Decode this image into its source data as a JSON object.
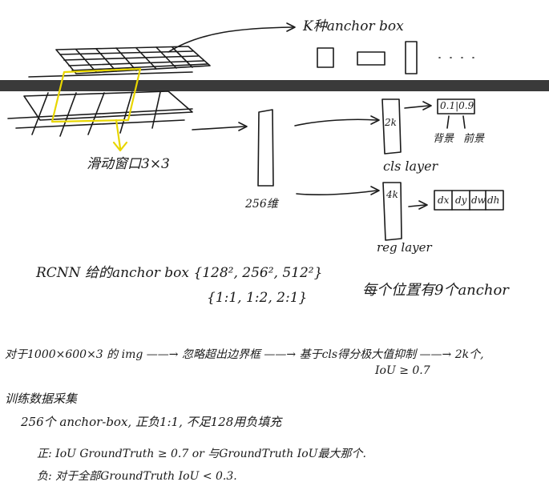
{
  "anchor_top": "K种anchor box",
  "sliding_window": "滑动窗口3×3",
  "dims_256": "256维",
  "dim_2k": "2k",
  "dim_4k": "4k",
  "cls_label": "cls layer",
  "reg_label": "reg layer",
  "cls_out": "0.1|0.9",
  "cls_bg": "背景",
  "cls_fg": "前景",
  "reg_out": [
    "dx",
    "dy",
    "dw",
    "dh"
  ],
  "rcnn_line1": "RCNN 给的anchor box  {128², 256², 512²}",
  "rcnn_line2": "{1:1, 1:2, 2:1}",
  "per_position": "每个位置有9个anchor",
  "pipeline": "对于1000×600×3 的 img ——→ 忽略超出边界框 ——→ 基于cls得分极大值抑制 ——→ 2k个,",
  "iou_07": "IoU ≥ 0.7",
  "train_title": "训练数据采集",
  "train_256": "256个 anchor-box, 正负1:1, 不足128用负填充",
  "train_pos": "正:  IoU GroundTruth ≥ 0.7 or 与GroundTruth IoU最大那个.",
  "train_neg": "负: 对于全部GroundTruth IoU < 0.3."
}
